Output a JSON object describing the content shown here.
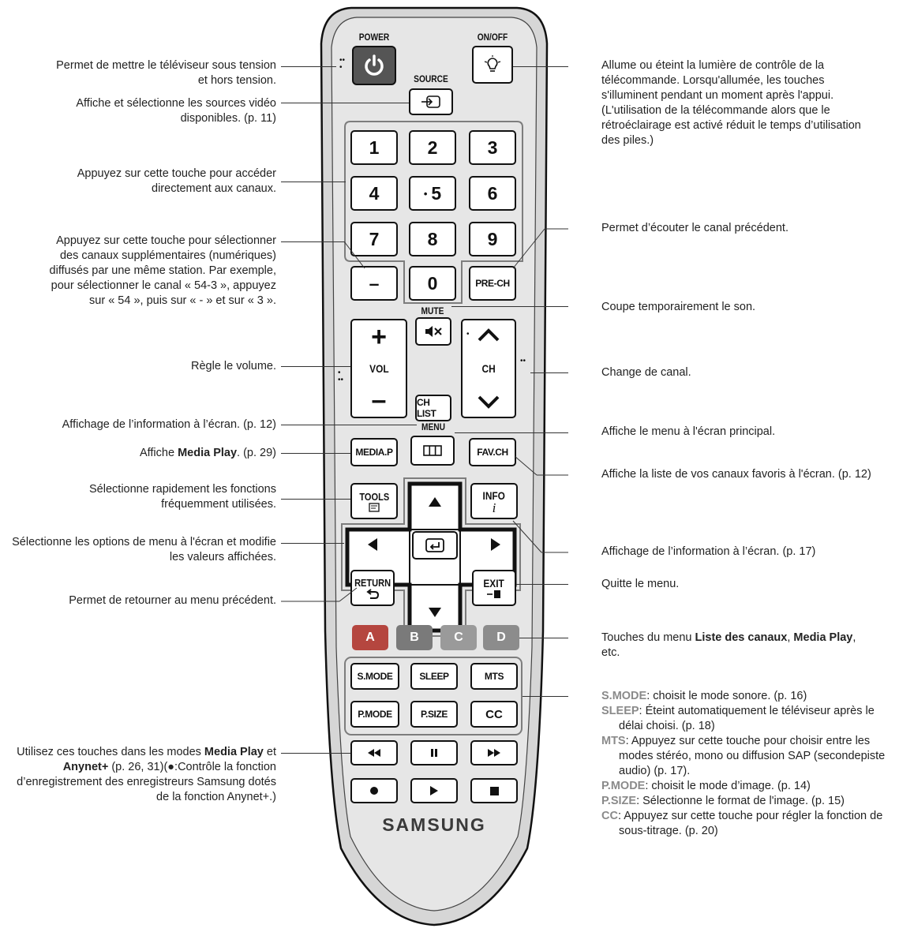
{
  "remote": {
    "brand": "SAMSUNG",
    "labels": {
      "power": "POWER",
      "onoff": "ON/OFF",
      "source": "SOURCE",
      "mute": "MUTE",
      "menu": "MENU",
      "vol": "VOL",
      "ch": "CH"
    },
    "numbers": [
      "1",
      "2",
      "3",
      "4",
      "5",
      "6",
      "7",
      "8",
      "9",
      "0"
    ],
    "keys": {
      "dash": "–",
      "prech": "PRE-CH",
      "chlist": "CH LIST",
      "mediap": "MEDIA.P",
      "favch": "FAV.CH",
      "tools": "TOOLS",
      "info": "INFO",
      "info_sub": "i",
      "return": "RETURN",
      "exit": "EXIT",
      "smode": "S.MODE",
      "sleep": "SLEEP",
      "mts": "MTS",
      "pmode": "P.MODE",
      "psize": "P.SIZE",
      "cc": "CC",
      "plus": "+",
      "minus": "–"
    },
    "color_keys": [
      {
        "label": "A",
        "color": "#b5463f"
      },
      {
        "label": "B",
        "color": "#7a7a7a"
      },
      {
        "label": "C",
        "color": "#9a9a9a"
      },
      {
        "label": "D",
        "color": "#8c8c8c"
      }
    ]
  },
  "left_annotations": {
    "power": "Permet de mettre le téléviseur sous tension et hors tension.",
    "source": "Affiche et sélectionne les sources vidéo disponibles. (p. 11)",
    "numbers": "Appuyez sur cette touche pour accéder directement aux canaux.",
    "dash": "Appuyez sur cette touche pour sélectionner des canaux supplémentaires (numériques) diffusés par une même station. Par exemple, pour sélectionner le canal « 54-3 », appuyez sur « 54 », puis sur « - » et sur « 3 ».",
    "volume": "Règle le volume.",
    "chlist": "Affichage de l’information à l’écran. (p. 12)",
    "mediap_prefix": "Affiche ",
    "mediap_bold": "Media Play",
    "mediap_suffix": ". (p. 29)",
    "tools": "Sélectionne rapidement les fonctions fréquemment utilisées.",
    "nav": "Sélectionne les options de menu à l'écran et modifie les valeurs affichées.",
    "return": "Permet de retourner au menu précédent.",
    "media_prefix": "Utilisez ces touches dans les modes ",
    "media_bold1": "Media Play",
    "media_mid": " et ",
    "media_bold2": "Anynet+",
    "media_suffix": " (p. 26, 31)(●:Contrôle la fonction d’enregistrement des enregistreurs Samsung dotés de la fonction Anynet+.)"
  },
  "right_annotations": {
    "onoff": "Allume ou éteint la lumière de contrôle de la télécommande. Lorsqu'allumée, les touches s'illuminent pendant un moment après l'appui. (L'utilisation de la télécommande alors que le rétroéclairage est activé réduit le temps d’utilisation des piles.)",
    "prech": "Permet d’écouter le canal précédent.",
    "mute": "Coupe temporairement le son.",
    "ch": "Change de canal.",
    "menu": "Affiche le menu à l'écran principal.",
    "favch": "Affiche la liste de vos canaux favoris à l'écran. (p. 12)",
    "info": "Affichage de l’information à l’écran. (p. 17)",
    "exit": "Quitte le menu.",
    "colors_prefix": "Touches du menu ",
    "colors_bold1": "Liste des canaux",
    "colors_mid": ", ",
    "colors_bold2": "Media Play",
    "colors_suffix": ", etc.",
    "functions": [
      {
        "key": "S.MODE",
        "desc": ": choisit le mode sonore. (p. 16)"
      },
      {
        "key": "SLEEP",
        "desc": ": Éteint automatiquement le téléviseur après le délai choisi. (p. 18)"
      },
      {
        "key": "MTS",
        "desc": ": Appuyez sur cette touche pour choisir entre les modes stéréo, mono ou diffusion SAP (secondepiste audio) (p. 17)."
      },
      {
        "key": "P.MODE",
        "desc": ": choisit le mode d’image. (p. 14)"
      },
      {
        "key": "P.SIZE",
        "desc": ": Sélectionne le format de l'image. (p. 15)"
      },
      {
        "key": "CC",
        "desc": ": Appuyez sur cette touche pour régler la fonction de sous-titrage. (p. 20)"
      }
    ]
  }
}
